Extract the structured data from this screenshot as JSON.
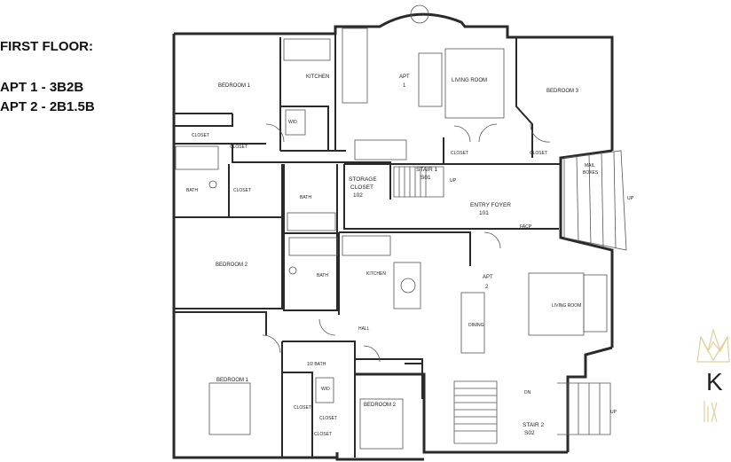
{
  "sidebar": {
    "title": "FIRST FLOOR:",
    "apt1": "APT 1 - 3B2B",
    "apt2": "APT 2 - 2B1.5B"
  },
  "rooms": {
    "bedroom1_top": "BEDROOM 1",
    "kitchen_top": "KITCHEN",
    "apt1_label": "APT",
    "apt1_num": "1",
    "living_top": "LIVING ROOM",
    "bedroom3": "BEDROOM 3",
    "wd_top": "W/D",
    "closet_a": "CLOSET",
    "closet_b": "CLOSET",
    "closet_c": "CLOSET",
    "closet_d": "CLOSET",
    "bath_left": "BATH",
    "bath_center": "BATH",
    "bath_center2": "BATH",
    "bedroom2_left": "BEDROOM 2",
    "storage_label": "STORAGE",
    "storage_label2": "CLOSET",
    "storage_num": "102",
    "stair1_label": "STAIR 1",
    "stair1_num": "S01",
    "closet_stair": "CLOSET",
    "entry_label": "ENTRY FOYER",
    "entry_num": "101",
    "facp": "FACP",
    "mail": "MAIL",
    "boxes": "BOXES",
    "up1": "UP",
    "up2": "UP",
    "kitchen_bottom": "KITCHEN",
    "apt2_label": "APT",
    "apt2_num": "2",
    "living_bottom": "LIVING ROOM",
    "dining": "DINING",
    "hall": "HALL",
    "half_bath": "1/2 BATH",
    "bedroom1_bottom": "BEDROOM 1",
    "wd_bottom": "W/D",
    "closet_e": "CLOSET",
    "closet_f": "CLOSET",
    "bedroom2_bottom": "BEDROOM 2",
    "stair2_label": "STAIR 2",
    "stair2_num": "S02",
    "dn": "DN",
    "up3": "UP",
    "closet_g": "CLOSET"
  },
  "colors": {
    "wall": "#2a2a2a",
    "line": "#555555",
    "logo_gold": "#e3cf9a"
  },
  "logo": {
    "letter": "K"
  }
}
